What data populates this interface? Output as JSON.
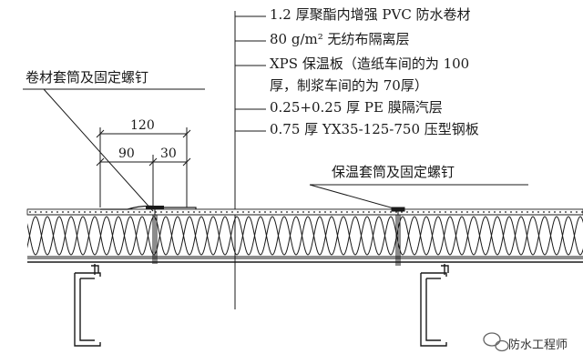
{
  "layer_labels": [
    "1.2 厚聚酯内增强 PVC 防水卷材",
    "80 g/m² 无纺布隔离层",
    "XPS 保温板（造纸车间的为 100",
    "厚，制浆车间的为 70厚）",
    "0.25+0.25 厚 PE 膜隔汽层",
    "0.75 厚 YX35-125-750 压型钢板"
  ],
  "callouts": {
    "membrane_fastener": "卷材套筒及固定螺钉",
    "insulation_fastener": "保温套筒及固定螺钉"
  },
  "dimensions": {
    "total": "120",
    "left": "90",
    "right": "30"
  },
  "watermark": "防水工程师",
  "watermark_icon": "wechat-logo-icon",
  "line_color": "#1a1a1a"
}
